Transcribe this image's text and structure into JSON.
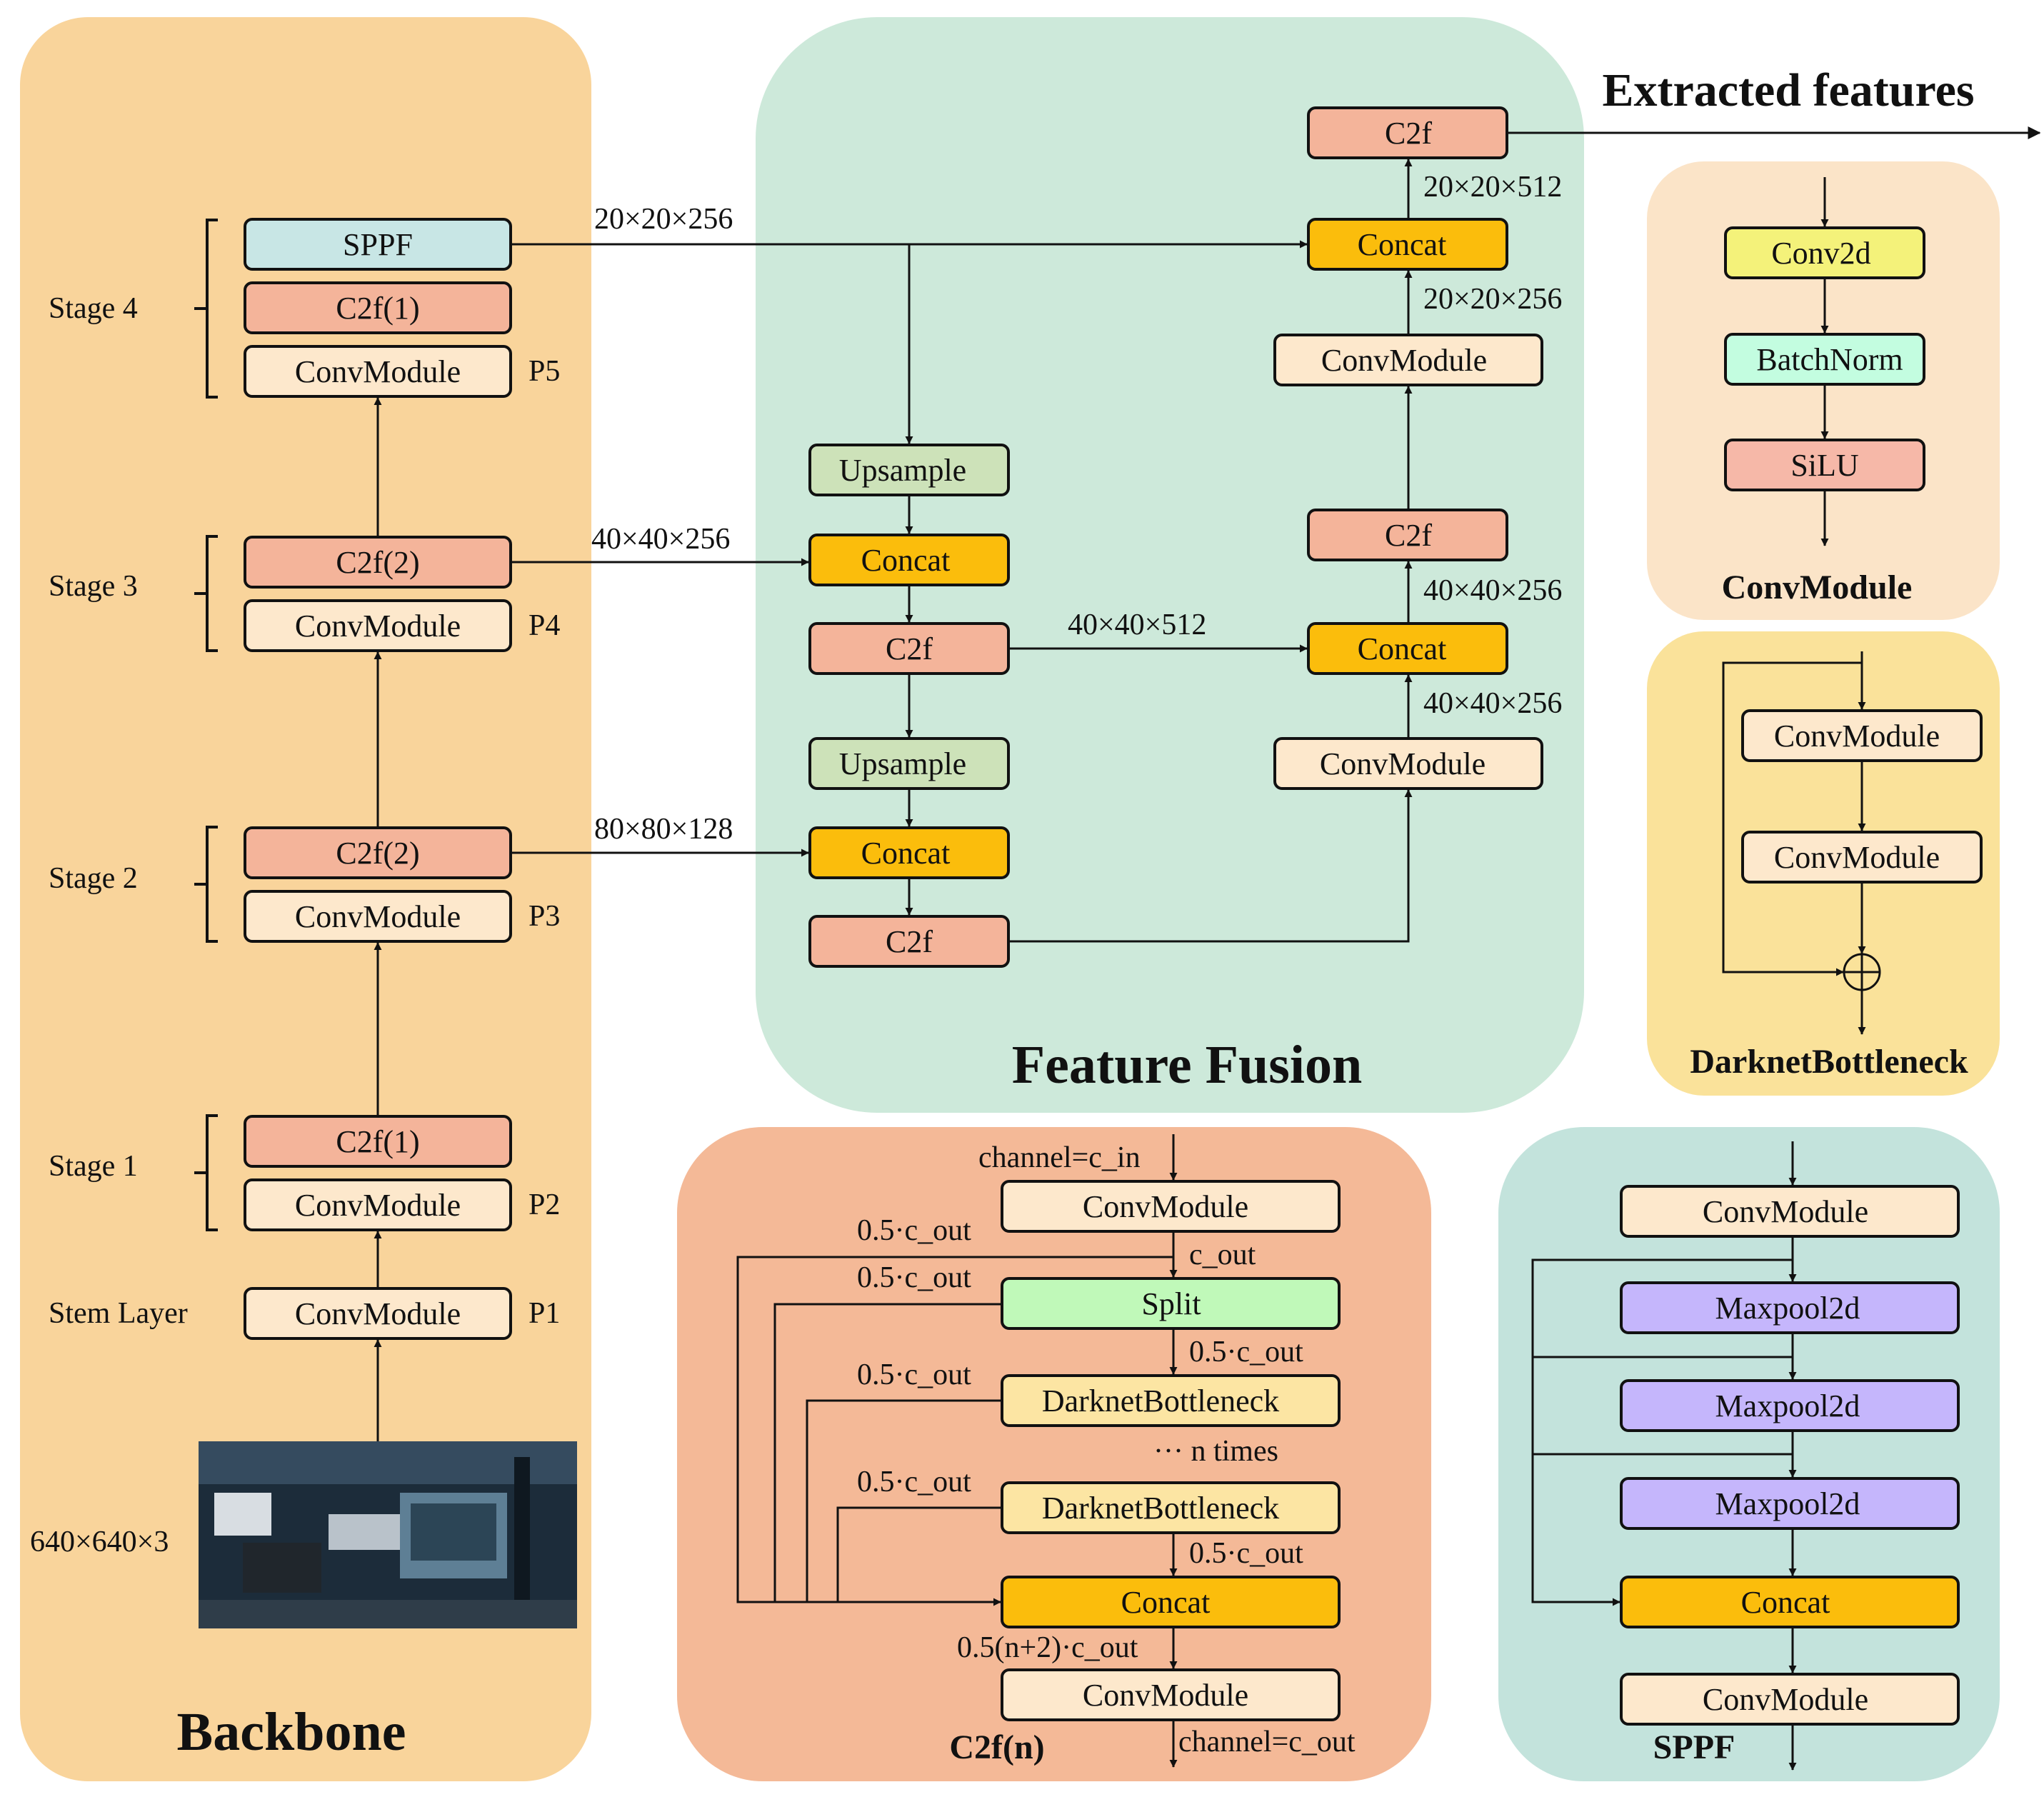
{
  "colors": {
    "backbone_bg": "#f9d49b",
    "fusion_bg": "#cde9da",
    "convmodule_panel_bg": "#fbe4c8",
    "darknet_panel_bg": "#fae29a",
    "c2f_panel_bg": "#f4b997",
    "sppf_panel_bg": "#c3e3dc",
    "convmodule_fill": "#fde8cc",
    "c2f_fill": "#f4b49a",
    "sppf_fill": "#c8e6e5",
    "upsample_fill": "#cde2b9",
    "concat_fill": "#fbbd0c",
    "conv2d_fill": "#f4f27a",
    "batchnorm_fill": "#c3fde0",
    "silu_fill": "#f6b8a8",
    "split_fill": "#c0f9b9",
    "darknet_fill": "#fce5a3",
    "maxpool_fill": "#c5b6fc"
  },
  "backbone": {
    "title": "Backbone",
    "input_size": "640×640×3",
    "stem_label": "Stem Layer",
    "stem_box": "ConvModule",
    "p_labels": [
      "P1",
      "P2",
      "P3",
      "P4",
      "P5"
    ],
    "stages": [
      {
        "label": "Stage 1",
        "top": "C2f(1)",
        "bottom": "ConvModule"
      },
      {
        "label": "Stage 2",
        "top": "C2f(2)",
        "bottom": "ConvModule"
      },
      {
        "label": "Stage 3",
        "top": "C2f(2)",
        "bottom": "ConvModule"
      },
      {
        "label": "Stage 4",
        "top_extra": "SPPF",
        "top": "C2f(1)",
        "bottom": "ConvModule"
      }
    ],
    "dims": {
      "p3_out": "80×80×128",
      "p4_out": "40×40×256",
      "p5_out": "20×20×256"
    }
  },
  "fusion": {
    "title": "Feature Fusion",
    "output_label": "Extracted features",
    "upsample": "Upsample",
    "concat": "Concat",
    "c2f": "C2f",
    "convmodule": "ConvModule",
    "dims": {
      "mid": "40×40×512",
      "right_a": "40×40×256",
      "right_b": "40×40×256",
      "right_c": "20×20×256",
      "right_d": "20×20×512"
    }
  },
  "convmodule_panel": {
    "title": "ConvModule",
    "conv2d": "Conv2d",
    "batchnorm": "BatchNorm",
    "silu": "SiLU"
  },
  "darknet_panel": {
    "title": "DarknetBottleneck",
    "box1": "ConvModule",
    "box2": "ConvModule"
  },
  "c2f_panel": {
    "title": "C2f(n)",
    "channel_in": "channel=c_in",
    "channel_out": "channel=c_out",
    "convmodule": "ConvModule",
    "split": "Split",
    "darknet": "DarknetBottleneck",
    "concat": "Concat",
    "c_out": "c_out",
    "half_c_out": "0.5·c_out",
    "n_times": "··· n times",
    "concat_out": "0.5(n+2)·c_out"
  },
  "sppf_panel": {
    "title": "SPPF",
    "convmodule": "ConvModule",
    "maxpool": "Maxpool2d",
    "concat": "Concat"
  }
}
